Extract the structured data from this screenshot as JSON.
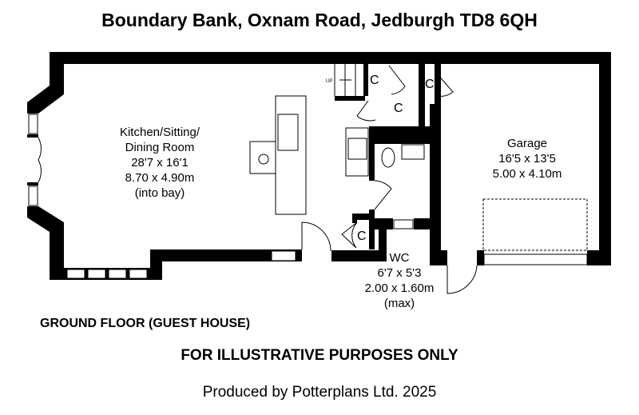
{
  "title": "Boundary Bank, Oxnam Road, Jedburgh TD8 6QH",
  "rooms": {
    "kitchen": {
      "name1": "Kitchen/Sitting/",
      "name2": "Dining Room",
      "imperial": "28'7 x 16'1",
      "metric": "8.70 x 4.90m",
      "note": "(into bay)"
    },
    "garage": {
      "name": "Garage",
      "imperial": "16'5 x 13'5",
      "metric": "5.00 x 4.10m"
    },
    "wc": {
      "name": "WC",
      "imperial": "6'7 x 5'3",
      "metric": "2.00 x 1.60m",
      "note": "(max)"
    },
    "cupboard_label": "C",
    "stairs_label": "UP"
  },
  "floor_label": "GROUND FLOOR (GUEST HOUSE)",
  "disclaimer": "FOR ILLUSTRATIVE PURPOSES ONLY",
  "producer": "Produced by Potterplans Ltd. 2025",
  "colors": {
    "wall": "#000000",
    "background": "#ffffff"
  }
}
